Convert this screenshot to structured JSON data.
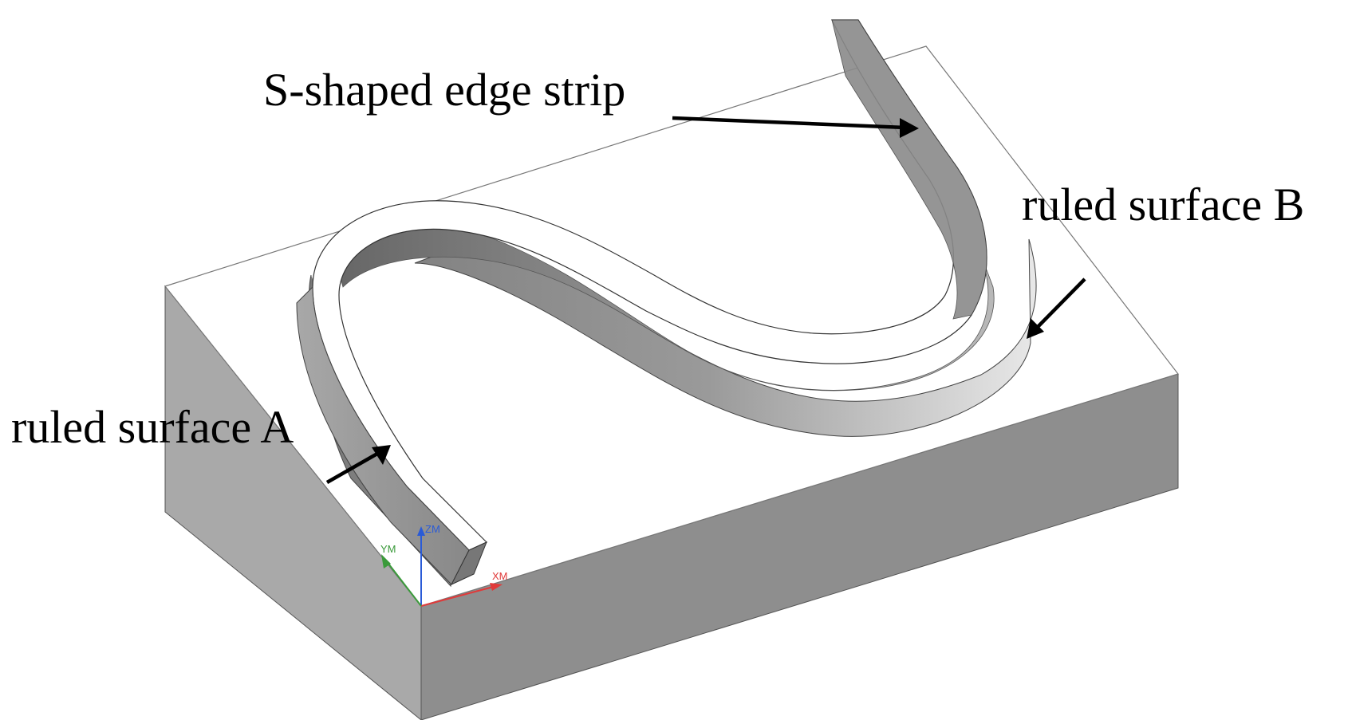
{
  "labels": {
    "strip": "S-shaped edge strip",
    "surface_b": "ruled surface B",
    "surface_a": "ruled surface A"
  },
  "axes": {
    "x": "XM",
    "y": "YM",
    "z": "ZM"
  },
  "colors": {
    "x_axis": "#e03a3a",
    "y_axis": "#3a9a3a",
    "z_axis": "#2a5bd7",
    "arrow": "#000000"
  }
}
